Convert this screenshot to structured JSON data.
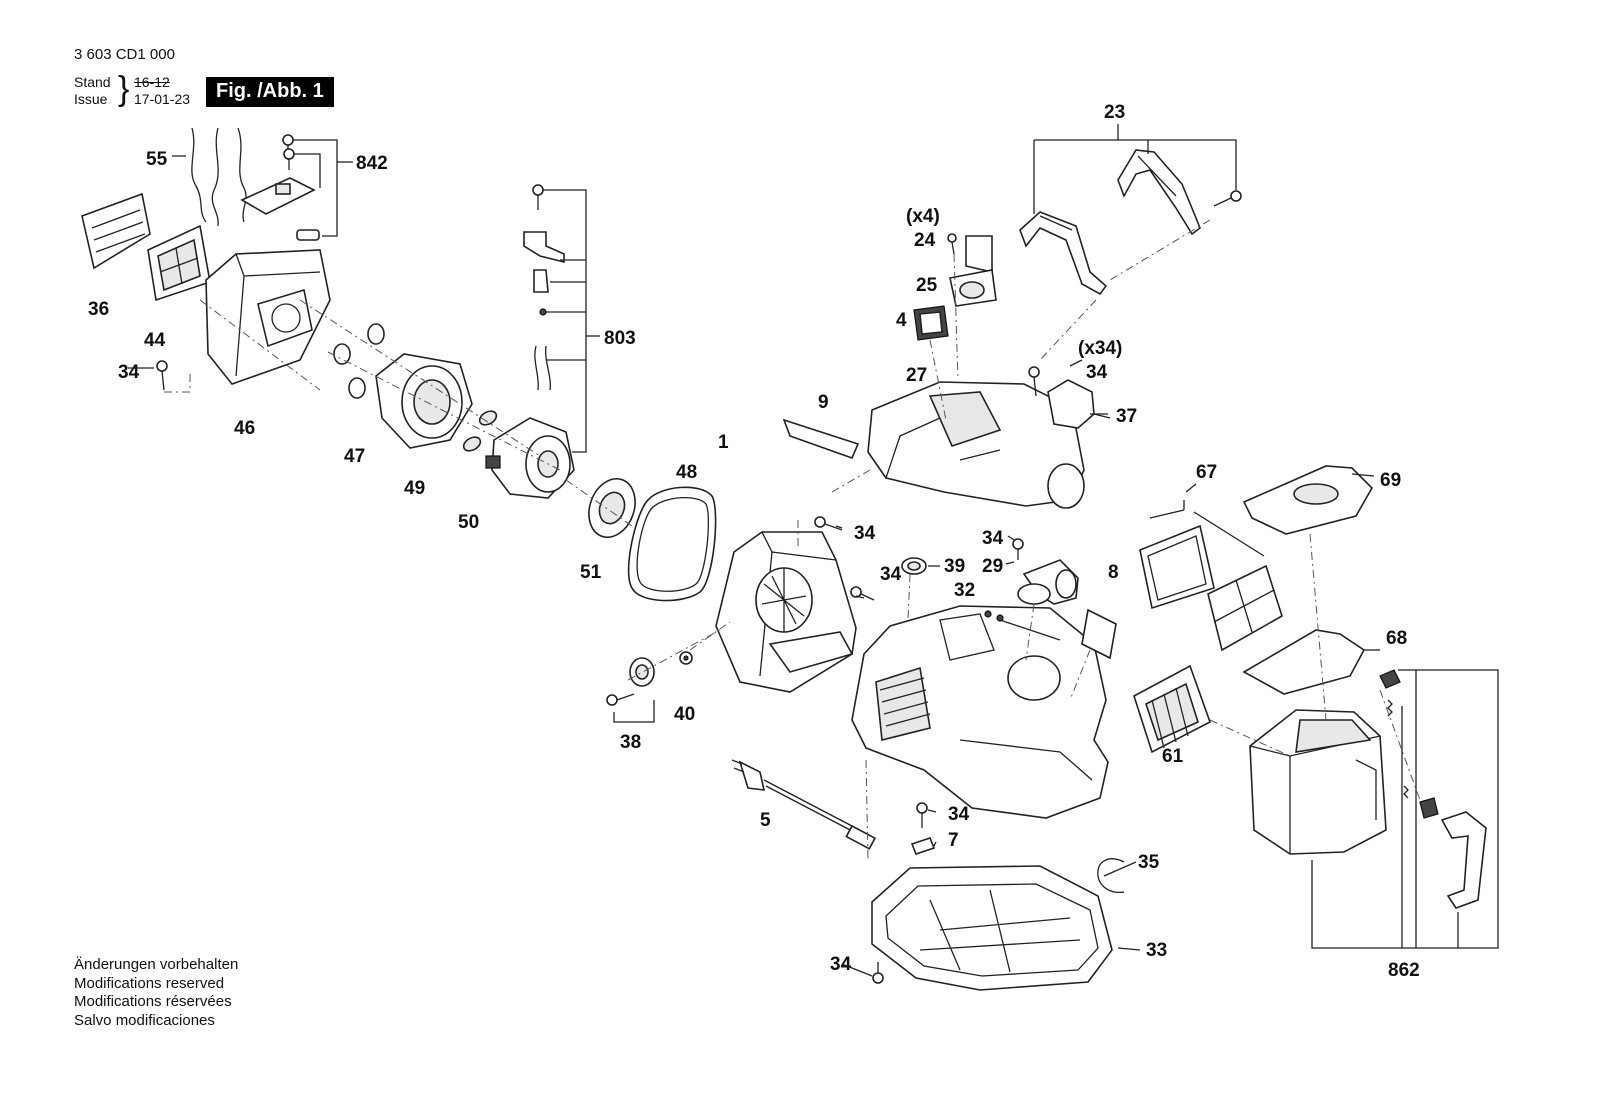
{
  "header": {
    "doc_number": "3 603 CD1 000",
    "stand_label": "Stand",
    "issue_label": "Issue",
    "old_date": "16-12",
    "new_date": "17-01-23",
    "figure_label": "Fig. /Abb. 1"
  },
  "footer": {
    "lines": [
      "Änderungen vorbehalten",
      "Modifications reserved",
      "Modifications réservées",
      "Salvo modificaciones"
    ]
  },
  "callouts": {
    "p55": "55",
    "p842": "842",
    "p36": "36",
    "p44": "44",
    "p34a": "34",
    "p46": "46",
    "p47": "47",
    "p49": "49",
    "p50": "50",
    "p51": "51",
    "p803": "803",
    "p48": "48",
    "p1": "1",
    "p38": "38",
    "p40": "40",
    "p5": "5",
    "p23": "23",
    "px4": "(x4)",
    "p24": "24",
    "p25": "25",
    "p4": "4",
    "p27": "27",
    "p9": "9",
    "px34": "(x34)",
    "p34b": "34",
    "p37": "37",
    "p34c": "34",
    "p34d": "34",
    "p29": "29",
    "p39": "39",
    "p34e": "34",
    "p32": "32",
    "p8": "8",
    "p34f": "34",
    "p7": "7",
    "p35": "35",
    "p33": "33",
    "p34g": "34",
    "p67": "67",
    "p69": "69",
    "p61": "61",
    "p68": "68",
    "p862": "862"
  }
}
